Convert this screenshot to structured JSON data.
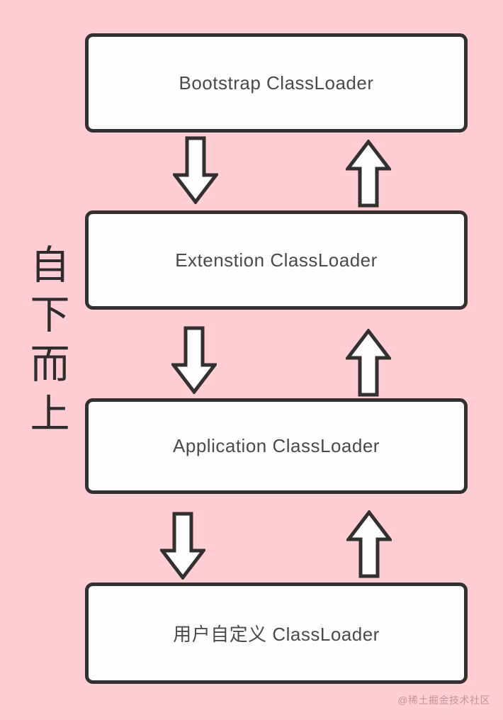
{
  "diagram": {
    "side_label": "自下而上",
    "boxes": [
      {
        "label": "Bootstrap ClassLoader"
      },
      {
        "label": "Extenstion ClassLoader"
      },
      {
        "label": "Application ClassLoader"
      },
      {
        "label": "用户自定义 ClassLoader"
      }
    ],
    "arrow_pairs": [
      {
        "left": "down",
        "right": "up"
      },
      {
        "left": "down",
        "right": "up"
      },
      {
        "left": "down",
        "right": "up"
      }
    ],
    "watermark": "@稀土掘金技术社区",
    "colors": {
      "background": "#ffcdd3",
      "box_fill": "#fffdfd",
      "box_border": "#333030",
      "box_text": "#4a4a4a",
      "side_label_text": "#2e2c2c",
      "arrow_fill": "#fffdfd",
      "arrow_stroke": "#333030",
      "watermark_text": "#c4919b"
    }
  }
}
